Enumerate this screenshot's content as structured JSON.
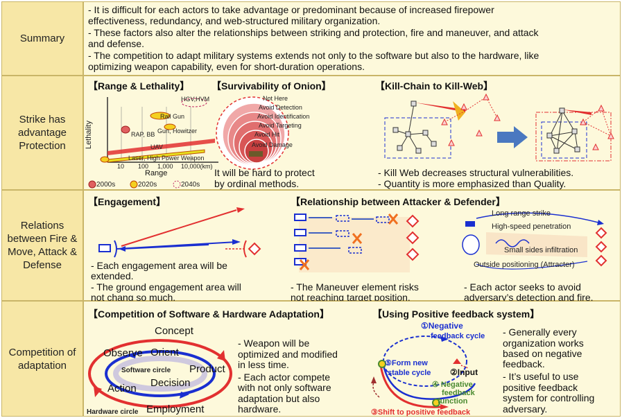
{
  "summary": {
    "label": "Summary",
    "lines": [
      "-    It is difficult for each actors to take advantage or predominant because of increased firepower",
      "effectiveness, redundancy, and web-structured military organization.",
      "-   These factors also alter the relationships between striking and protection, fire and maneuver, and attack",
      "and defense.",
      "-   The competition to adapt military systems extends not only to the software but also to the hardware, like",
      "optimizing weapon capability, even for short-duration operations."
    ]
  },
  "strike": {
    "label": "Strike has advantage Protection",
    "range": {
      "title": "【Range & Lethality】",
      "ylabel": "Lethality",
      "xlabel": "Range",
      "ticks": [
        "10",
        "100",
        "1,000",
        "10,000(km)"
      ],
      "items": [
        "HGV,HVM",
        "Rail Gun",
        "RAP, BB",
        "Gun, Howitzer",
        "UAV",
        "Laser, High Power Weapon"
      ],
      "legend": [
        "2000s",
        "2020s",
        "2040s"
      ]
    },
    "onion": {
      "title": "【Survivability of Onion】",
      "layers": [
        "Not Here",
        "Avoid Detection",
        "Avoid Identification",
        "Avoid Targeting",
        "Avoid Hit",
        "Avoid Damage"
      ],
      "caption": [
        "It will be hard to protect",
        "by ordinal methods."
      ]
    },
    "kill": {
      "title": "【Kill-Chain to Kill-Web】",
      "captions": [
        "- Kill Web decreases structural vulnerabilities.",
        "- Quantity is more emphasized than Quality."
      ]
    }
  },
  "relations": {
    "label": "Relations between Fire & Move, Attack & Defense",
    "engagement": {
      "title": "【Engagement】",
      "lines": [
        "- Each engagement area will be",
        "extended.",
        "- The ground engagement area will",
        "not chang so much."
      ]
    },
    "attacker": {
      "title": "【Relationship between Attacker & Defender】",
      "caption": [
        "- The Maneuver element risks",
        "not reaching target position."
      ]
    },
    "strategies": {
      "items": [
        "Long range strike",
        "High-speed penetration",
        "Small sides infiltration",
        "Outside positioning (Attracter)"
      ],
      "caption": [
        "- Each actor seeks to avoid",
        "adversary’s detection and fire."
      ]
    }
  },
  "competition": {
    "label": "Competition of adaptation",
    "swhw": {
      "title": "【Competition of Software & Hardware Adaptation】",
      "words": [
        "Concept",
        "Observe",
        "Orient",
        "Product",
        "Software circle",
        "Decision",
        "Action",
        "Employment",
        "Hardware circle"
      ],
      "lines": [
        "- Weapon will be",
        "optimized and modified",
        "in less time.",
        "- Each actor compete",
        "with not only software",
        "adaptation but also",
        "hardware."
      ]
    },
    "feedback": {
      "title": "【Using Positive feedback system】",
      "nodes": [
        "①Negative",
        "feedback cycle",
        "②Input",
        "③Shift to positive feedback",
        "④ Negative",
        "feedback",
        "function",
        "⑤Form new",
        "stable cycle"
      ],
      "lines": [
        "- Generally every",
        "organization works",
        "based on negative",
        "feedback.",
        "- It’s useful to use",
        "positive feedback",
        "system for controlling",
        "adversary."
      ]
    }
  },
  "colors": {
    "label_bg": "#f7e7a6",
    "cell_bg": "#fdf9db",
    "border": "#c9b568",
    "red": "#e23030",
    "blue": "#1a2fd0",
    "navy": "#1f2a8a"
  }
}
